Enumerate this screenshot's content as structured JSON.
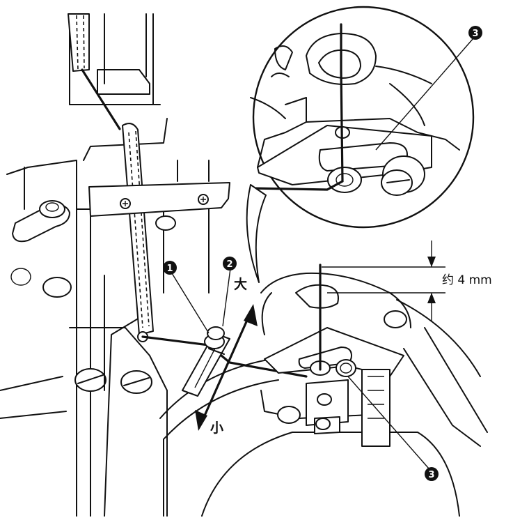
{
  "callouts": {
    "c1": "1",
    "c2": "2",
    "c3_top": "3",
    "c3_bottom": "3"
  },
  "labels": {
    "large": "大",
    "small": "小",
    "dimension": "约 4 mm"
  },
  "colors": {
    "line": "#111111",
    "background": "#ffffff"
  }
}
